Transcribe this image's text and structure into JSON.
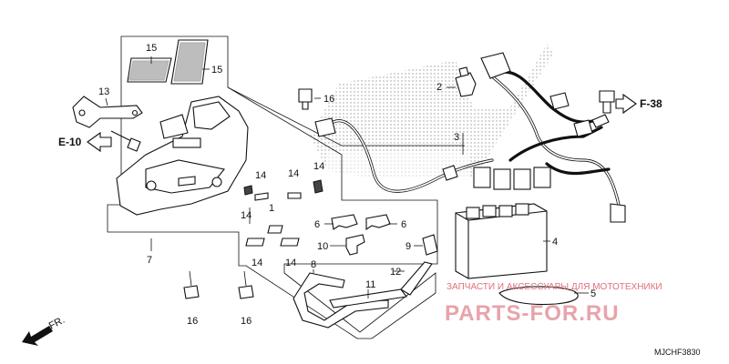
{
  "diagram_code": "MJCHF3830",
  "directions": {
    "e10": "E-10",
    "f38": "F-38",
    "front": "FR."
  },
  "callouts": [
    "1",
    "2",
    "3",
    "4",
    "5",
    "6",
    "6",
    "7",
    "8",
    "9",
    "10",
    "11",
    "12",
    "13",
    "14",
    "14",
    "14",
    "14",
    "14",
    "14",
    "15",
    "15",
    "16",
    "16",
    "16"
  ],
  "watermark": {
    "top_line": "ЗАПЧАСТИ И АКСЕССУАРЫ ДЛЯ МОТОТЕХНИКИ",
    "brand": "PARTS-FOR.RU"
  },
  "colors": {
    "line": "#111111",
    "watermark_top": "#e0707a",
    "watermark_brand": "#e8a3aa",
    "emblem_dots": "#9a9a9a"
  }
}
